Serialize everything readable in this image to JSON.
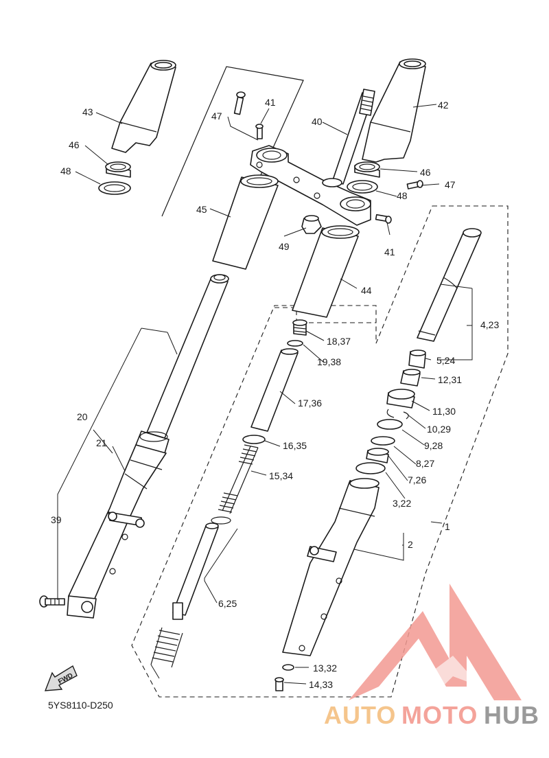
{
  "diagram_code": "5YS8110-D250",
  "fwd_label": "FWD",
  "watermark": {
    "part1": "AUTO",
    "part2": "MOTO",
    "part3": "HUB",
    "color_auto": "#f5c58c",
    "color_moto": "#f4a39a",
    "color_hub": "#9a9a9a",
    "logo_color": "#f39a92"
  },
  "callouts": [
    {
      "id": "43",
      "text": "43"
    },
    {
      "id": "46a",
      "text": "46"
    },
    {
      "id": "48a",
      "text": "48"
    },
    {
      "id": "47a",
      "text": "47"
    },
    {
      "id": "41a",
      "text": "41"
    },
    {
      "id": "40",
      "text": "40"
    },
    {
      "id": "42",
      "text": "42"
    },
    {
      "id": "46b",
      "text": "46"
    },
    {
      "id": "47b",
      "text": "47"
    },
    {
      "id": "48b",
      "text": "48"
    },
    {
      "id": "41b",
      "text": "41"
    },
    {
      "id": "45",
      "text": "45"
    },
    {
      "id": "49",
      "text": "49"
    },
    {
      "id": "44",
      "text": "44"
    },
    {
      "id": "4_23",
      "text": "4,23"
    },
    {
      "id": "18_37",
      "text": "18,37"
    },
    {
      "id": "19_38",
      "text": "19,38"
    },
    {
      "id": "5_24",
      "text": "5,24"
    },
    {
      "id": "12_31",
      "text": "12,31"
    },
    {
      "id": "17_36",
      "text": "17,36"
    },
    {
      "id": "11_30",
      "text": "11,30"
    },
    {
      "id": "10_29",
      "text": "10,29"
    },
    {
      "id": "9_28",
      "text": "9,28"
    },
    {
      "id": "20",
      "text": "20"
    },
    {
      "id": "21",
      "text": "21"
    },
    {
      "id": "16_35",
      "text": "16,35"
    },
    {
      "id": "8_27",
      "text": "8,27"
    },
    {
      "id": "15_34",
      "text": "15,34"
    },
    {
      "id": "7_26",
      "text": "7,26"
    },
    {
      "id": "3_22",
      "text": "3,22"
    },
    {
      "id": "39",
      "text": "39"
    },
    {
      "id": "1",
      "text": "1"
    },
    {
      "id": "2",
      "text": "2"
    },
    {
      "id": "6_25",
      "text": "6,25"
    },
    {
      "id": "13_32",
      "text": "13,32"
    },
    {
      "id": "14_33",
      "text": "14,33"
    }
  ]
}
